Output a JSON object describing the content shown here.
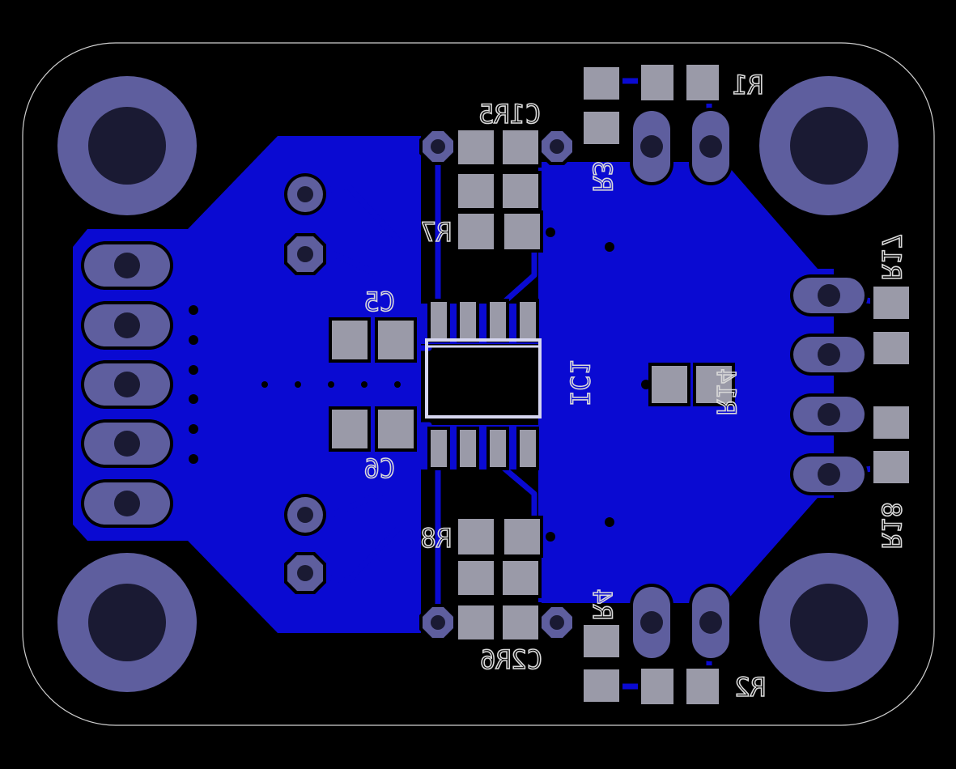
{
  "colors": {
    "background": "#000000",
    "copper": "#0a0ad2",
    "pad": "#9a9aa8",
    "hole": "#1a1a33",
    "mount_ring": "#5e5e9e",
    "silkscreen": "#d0d0d0",
    "outline": "#cfcfcf"
  },
  "labels": {
    "r1": "R1",
    "r2": "R2",
    "r3": "R3",
    "r4": "R4",
    "c1r5": "C1R5",
    "c2r6": "C2R6",
    "r7": "R7",
    "r8": "R8",
    "c5": "C5",
    "c6": "C6",
    "ic1": "IC1",
    "r14": "R14",
    "r17": "R17",
    "r18": "R18"
  }
}
